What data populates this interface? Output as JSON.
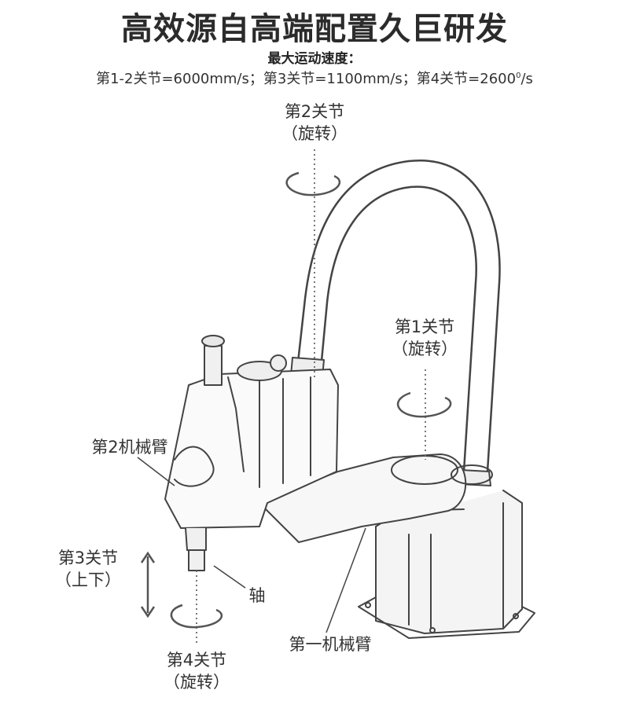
{
  "title": "高效源自高端配置久巨研发",
  "subtitle": "最大运动速度：",
  "speeds": {
    "part1": "第1-2关节=6000mm/s；第3关节=1100mm/s；第4关节=2600",
    "sup": "0",
    "part2": "/s"
  },
  "labels": {
    "joint2": "第2关节",
    "joint2_sub": "（旋转）",
    "joint1": "第1关节",
    "joint1_sub": "（旋转）",
    "arm2": "第2机械臂",
    "joint3": "第3关节",
    "joint3_sub": "（上下）",
    "shaft": "轴",
    "arm1": "第一机械臂",
    "joint4": "第4关节",
    "joint4_sub": "（旋转）"
  }
}
